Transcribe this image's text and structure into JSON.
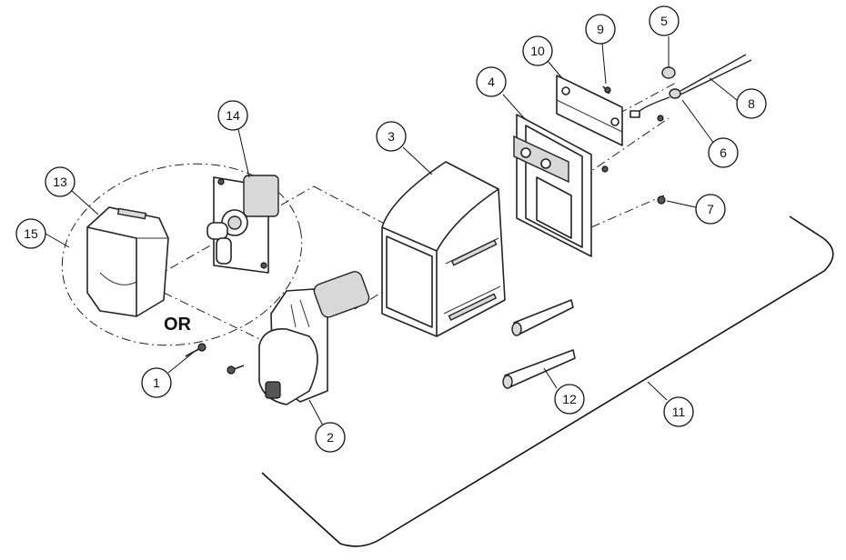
{
  "diagram": {
    "alternative_label": "OR",
    "callouts": [
      {
        "id": "1",
        "label": "1"
      },
      {
        "id": "2",
        "label": "2"
      },
      {
        "id": "3",
        "label": "3"
      },
      {
        "id": "4",
        "label": "4"
      },
      {
        "id": "5",
        "label": "5"
      },
      {
        "id": "6",
        "label": "6"
      },
      {
        "id": "7",
        "label": "7"
      },
      {
        "id": "8",
        "label": "8"
      },
      {
        "id": "9",
        "label": "9"
      },
      {
        "id": "10",
        "label": "10"
      },
      {
        "id": "11",
        "label": "11"
      },
      {
        "id": "12",
        "label": "12"
      },
      {
        "id": "13",
        "label": "13"
      },
      {
        "id": "14",
        "label": "14"
      },
      {
        "id": "15",
        "label": "15"
      }
    ]
  }
}
